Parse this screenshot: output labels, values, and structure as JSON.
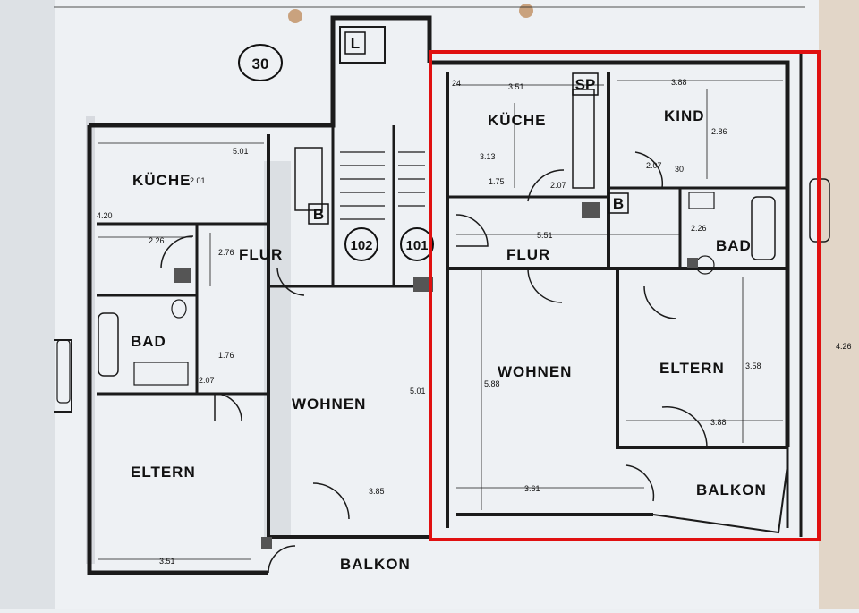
{
  "plan": {
    "number_badge": "30",
    "stair_units": [
      "102",
      "101"
    ],
    "lift_label": "L",
    "left_unit": {
      "rooms": {
        "kueche": "KÜCHE",
        "flur": "FLUR",
        "bad": "BAD",
        "wohnen": "WOHNEN",
        "eltern": "ELTERN",
        "balkon": "BALKON",
        "b": "B"
      },
      "dims": {
        "d1": "5.01",
        "d2": "2.26",
        "d3": "2.01",
        "d4": "5.01",
        "d5": "3.51",
        "d6": "2.07",
        "d7": "3.85",
        "d8": "1.76",
        "d9": "4.20",
        "d10": "2.76"
      }
    },
    "right_unit": {
      "rooms": {
        "kueche": "KÜCHE",
        "kind": "KIND",
        "flur": "FLUR",
        "bad": "BAD",
        "wohnen": "WOHNEN",
        "eltern": "ELTERN",
        "balkon": "BALKON",
        "sp": "SP",
        "b": "B"
      },
      "dims": {
        "d1": "3.51",
        "d2": "3.88",
        "d3": "3.13",
        "d4": "2.86",
        "d5": "5.51",
        "d6": "5.88",
        "d7": "3.58",
        "d8": "3.88",
        "d9": "3.61",
        "d10": "2.07",
        "d11": "2.07",
        "d12": "1.75",
        "d13": "4.26",
        "d14": "2.26",
        "d15": "24",
        "d16": "30"
      }
    },
    "highlight_color": "#e01010"
  }
}
